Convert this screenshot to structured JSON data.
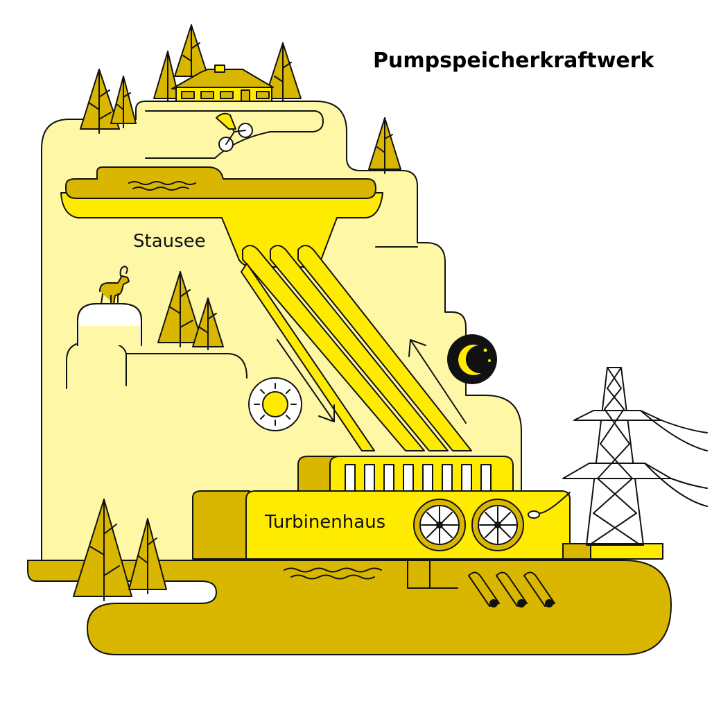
{
  "title": "Pumpspeicherkraftwerk",
  "labels": {
    "reservoir": "Stausee",
    "turbine_house": "Turbinenhaus"
  },
  "colors": {
    "mountain": "#FEF7A6",
    "bright": "#FFEB00",
    "dark": "#D9B700",
    "outline": "#111111",
    "background": "#FFFFFF"
  },
  "icons": {
    "day": "sun-icon",
    "night": "moon-icon",
    "flow_down": "arrow-down-right-icon",
    "flow_up": "arrow-up-left-icon",
    "turbines": "turbine-icon"
  }
}
